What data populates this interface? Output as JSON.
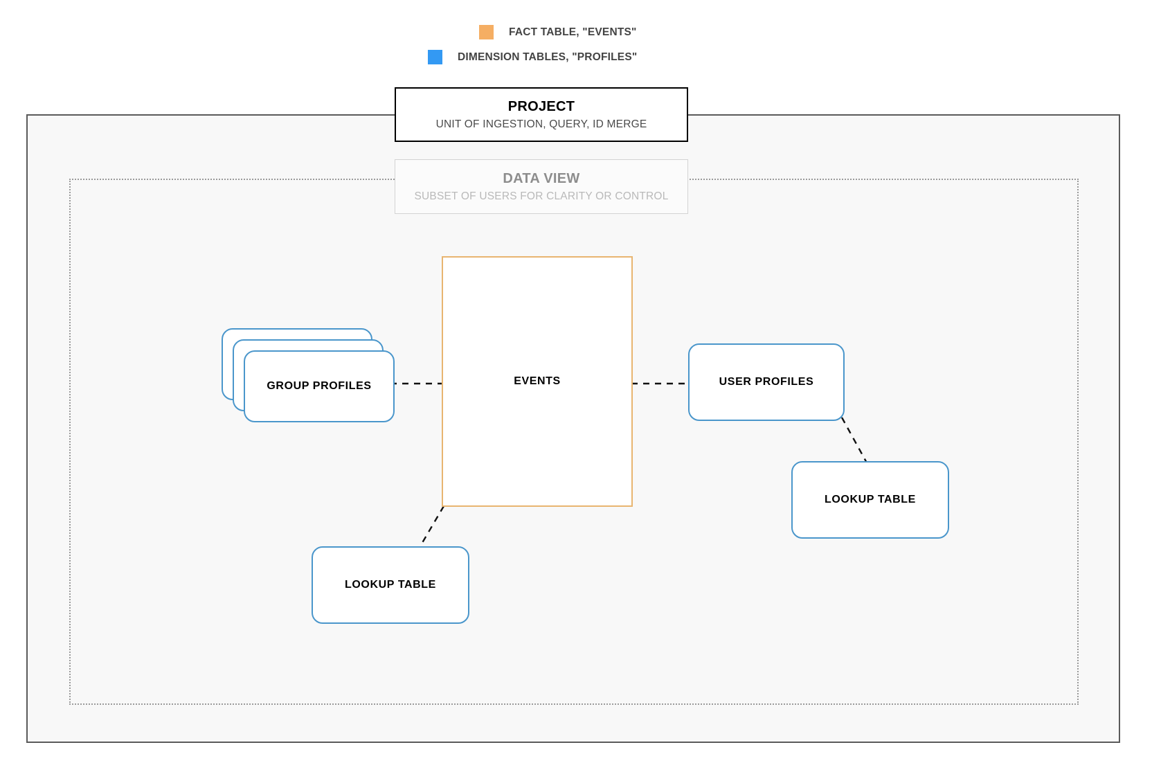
{
  "legend": {
    "items": [
      {
        "label": "FACT TABLE, \"EVENTS\"",
        "color": "#f5ae63",
        "icon": "square-swatch-icon"
      },
      {
        "label": "DIMENSION TABLES, \"PROFILES\"",
        "color": "#3399f3",
        "icon": "square-swatch-icon"
      }
    ]
  },
  "project": {
    "title": "PROJECT",
    "subtitle": "UNIT OF INGESTION, QUERY, ID MERGE",
    "border_color": "#000000"
  },
  "data_view": {
    "title": "DATA VIEW",
    "subtitle": "SUBSET OF USERS FOR CLARITY OR CONTROL",
    "border_color": "#d3d3d3"
  },
  "entities": {
    "events": {
      "label": "EVENTS",
      "border_color": "#e8b570",
      "kind": "fact-table"
    },
    "group_profiles": {
      "label": "GROUP PROFILES",
      "border_color": "#4a96cb",
      "kind": "dimension-table-stack",
      "stack_count": 3
    },
    "user_profiles": {
      "label": "USER PROFILES",
      "border_color": "#4a96cb",
      "kind": "dimension-table"
    },
    "lookup_table_right": {
      "label": "LOOKUP TABLE",
      "border_color": "#4a96cb",
      "kind": "dimension-table"
    },
    "lookup_table_left": {
      "label": "LOOKUP TABLE",
      "border_color": "#4a96cb",
      "kind": "dimension-table"
    }
  },
  "connectors": [
    {
      "name": "group-profiles-to-events",
      "from": "group_profiles",
      "to": "events",
      "style": "dashed",
      "color": "#111111"
    },
    {
      "name": "events-to-user-profiles",
      "from": "events",
      "to": "user_profiles",
      "style": "dashed",
      "color": "#111111"
    },
    {
      "name": "user-profiles-to-lookup-right",
      "from": "user_profiles",
      "to": "lookup_table_right",
      "style": "dashed",
      "color": "#111111"
    },
    {
      "name": "events-to-lookup-left",
      "from": "events",
      "to": "lookup_table_left",
      "style": "dashed",
      "color": "#111111"
    }
  ]
}
